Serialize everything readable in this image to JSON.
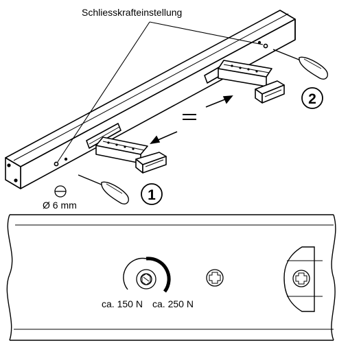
{
  "labels": {
    "closing_force_setting": "Schliesskrafteinstellung",
    "diameter": "Ø 6 mm",
    "step_1": "1",
    "step_2": "2",
    "force_low": "ca. 150 N",
    "force_high": "ca. 250 N"
  },
  "icons": {
    "flat_screwdriver_symbol": "flat-slot-screw-icon",
    "phillips_screw": "phillips-screw-icon",
    "adjustment_screw": "adjustment-screw-icon"
  },
  "colors": {
    "line": "#000000",
    "background": "#ffffff"
  }
}
